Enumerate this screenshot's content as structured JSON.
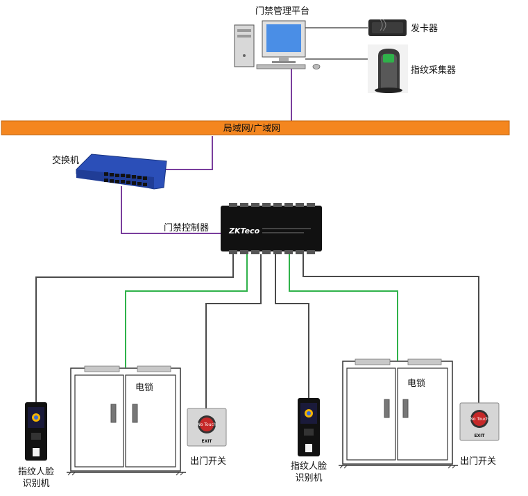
{
  "labels": {
    "platform": "门禁管理平台",
    "card_issuer": "发卡器",
    "fingerprint_collector": "指纹采集器",
    "network": "局域网/广域网",
    "switch": "交换机",
    "controller": "门禁控制器",
    "lock_left": "电锁",
    "lock_right": "电锁",
    "exit_switch_left": "出门开关",
    "exit_switch_right": "出门开关",
    "reader_left_line1": "指纹人脸",
    "reader_left_line2": "识别机",
    "reader_right_line1": "指纹人脸",
    "reader_right_line2": "识别机",
    "exit_button_text": "EXIT",
    "no_touch": "No Touch",
    "zkteco_logo": "ZKTeco"
  },
  "colors": {
    "network_bar": "#f4861f",
    "network_bar_border": "#c2660f",
    "wire_purple": "#7a3e9d",
    "wire_green": "#2fb24a",
    "wire_gray": "#4a4a4a",
    "switch_blue": "#2b4fb8",
    "controller_black": "#111111",
    "door_line": "#333333"
  },
  "icons": {
    "computer": "desktop-computer-icon",
    "card_issuer": "card-reader-icon",
    "fingerprint": "fingerprint-scanner-icon",
    "switch": "network-switch-icon",
    "controller": "access-controller-icon",
    "reader": "face-fingerprint-terminal-icon",
    "exit": "exit-button-icon",
    "door": "double-door-icon",
    "lock": "magnetic-lock-icon"
  }
}
